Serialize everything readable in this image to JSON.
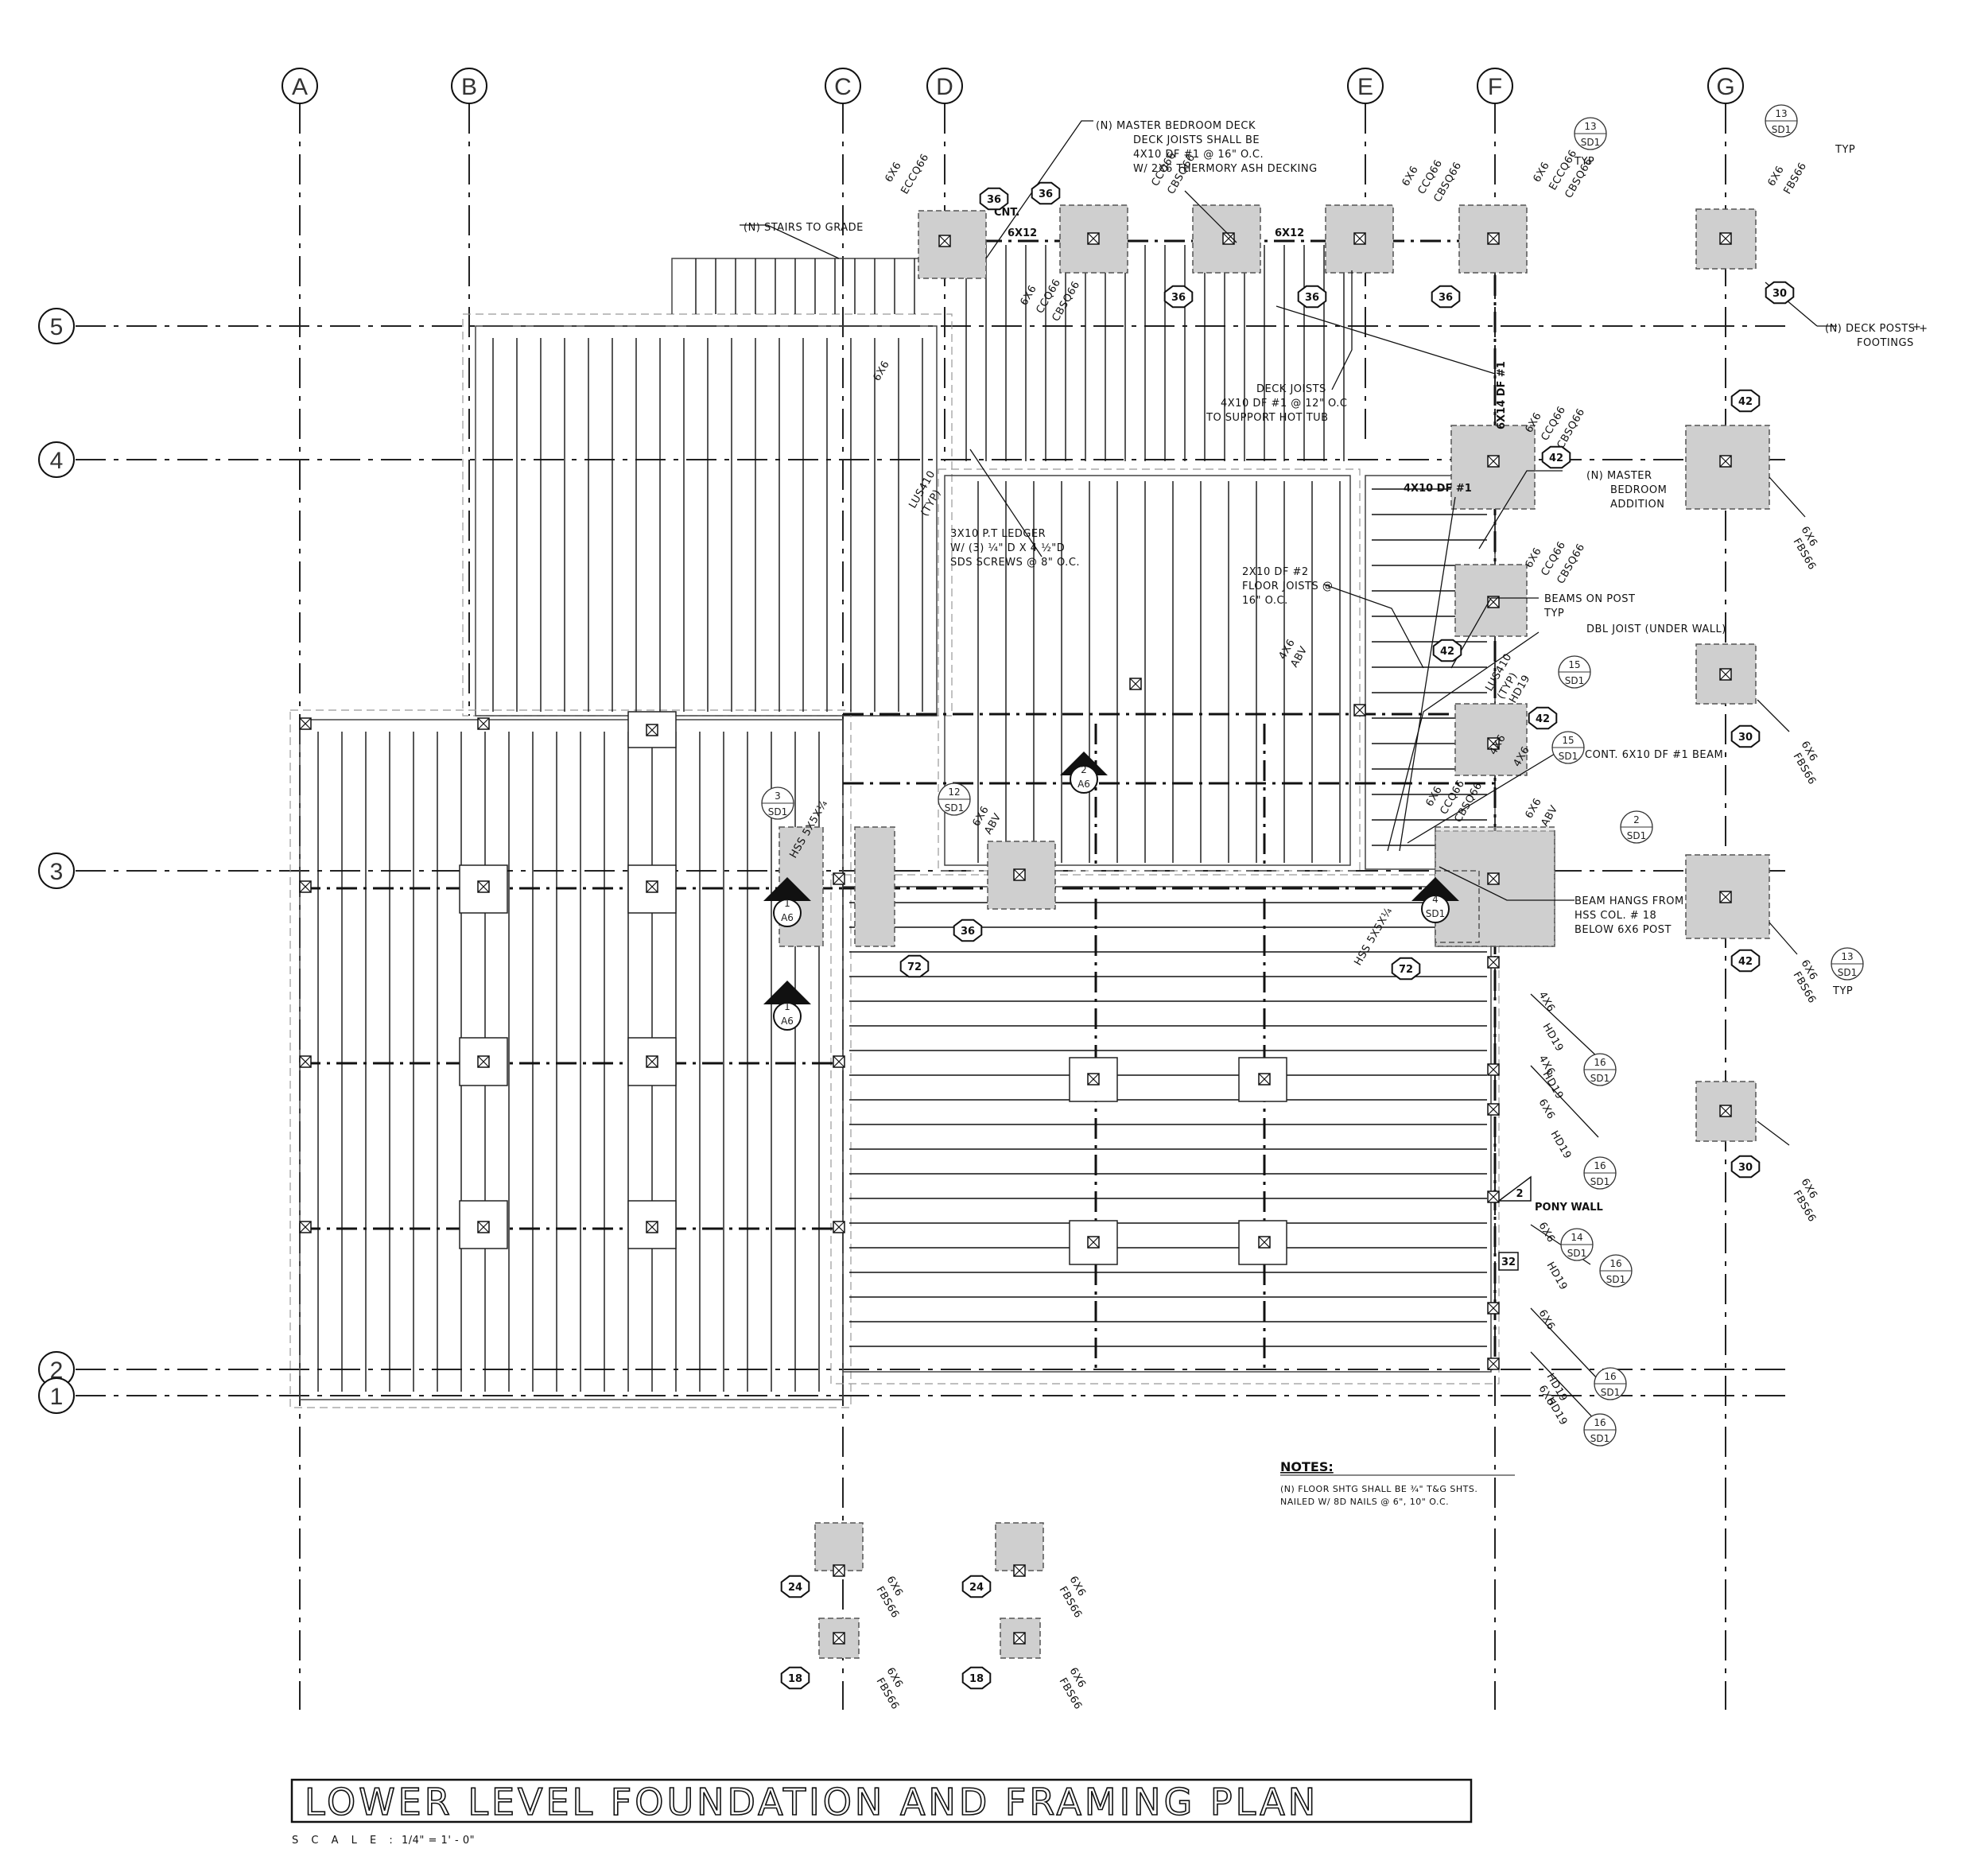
{
  "grid": {
    "columns": [
      "A",
      "B",
      "C",
      "D",
      "E",
      "F",
      "G"
    ],
    "rows": [
      "5",
      "4",
      "3",
      "2",
      "1"
    ]
  },
  "notes": {
    "heading": "NOTES:",
    "line1": "(N) FLOOR SHTG SHALL BE ¾\" T&G SHTS.",
    "line2": "NAILED W/ 8D NAILS @ 6\", 10\" O.C."
  },
  "annotations": {
    "stairs": "(N) STAIRS TO GRADE",
    "deck1": "(N)  MASTER BEDROOM DECK",
    "deck2": "DECK JOISTS SHALL BE",
    "deck3": "4X10 DF #1 @ 16\" O.C.",
    "deck4": "W/ 2X6 THERMORY ASH DECKING",
    "hottub1": "DECK JOISTS",
    "hottub2": "4X10 DF #1 @ 12\" O.C",
    "hottub3": "TO SUPPORT HOT TUB",
    "ledger1": "3X10 P.T LEDGER",
    "ledger2": "W/ (3) ¼\" D X 4 ½\"D",
    "ledger3": "SDS SCREWS @ 8\" O.C.",
    "floor1": "2X10 DF #2",
    "floor2": "FLOOR JOISTS @",
    "floor3": "16\" O.C.",
    "addition1": "(N)  MASTER",
    "addition2": "BEDROOM",
    "addition3": "ADDITION",
    "beamspost1": "BEAMS ON POST",
    "beamspost2": "TYP",
    "dbl": "DBL JOIST (UNDER WALL)",
    "contbeam": "CONT. 6X10 DF #1 BEAM",
    "hangs1": "BEAM HANGS FROM",
    "hangs2": "HSS COL. # 18",
    "hangs3": "BELOW 6X6 POST",
    "deckposts1": "(N)    DECK POSTS +",
    "deckposts2": "FOOTINGS",
    "ponywall": "PONY WALL",
    "beam6x12a": "6X12",
    "beam6x12b": "6X12",
    "joist4x10": "4X10 DF #1",
    "beam6x14": "6X14 DF #1",
    "cnt": "CNT.",
    "post6x6": "6X6",
    "hss": "HSS 5X5X¼",
    "lus": "LUS410",
    "lustyp": "(TYP)",
    "abv": "ABV",
    "typ": "TYP",
    "ecc": "ECCQ66",
    "ccq": "CCQ66",
    "cbs": "CBSQ66",
    "fbs": "FBS66",
    "hd": "HD19",
    "fourx6": "4X6",
    "plus": "+"
  },
  "tags": {
    "t36": "36",
    "t30": "30",
    "t42": "42",
    "t72": "72",
    "t24": "24",
    "t18": "18",
    "t32": "32",
    "t2": "2"
  },
  "refs": {
    "sd1": "SD1",
    "a6": "A6",
    "r13": "13",
    "r15": "15",
    "r16": "16",
    "r14": "14",
    "r12": "12",
    "r3": "3",
    "r2": "2",
    "r1": "1",
    "r4": "4"
  },
  "title": {
    "main": "LOWER LEVEL FOUNDATION AND FRAMING PLAN",
    "scale_label": "S C A L E :",
    "scale_value": "1/4\" = 1' - 0\""
  }
}
